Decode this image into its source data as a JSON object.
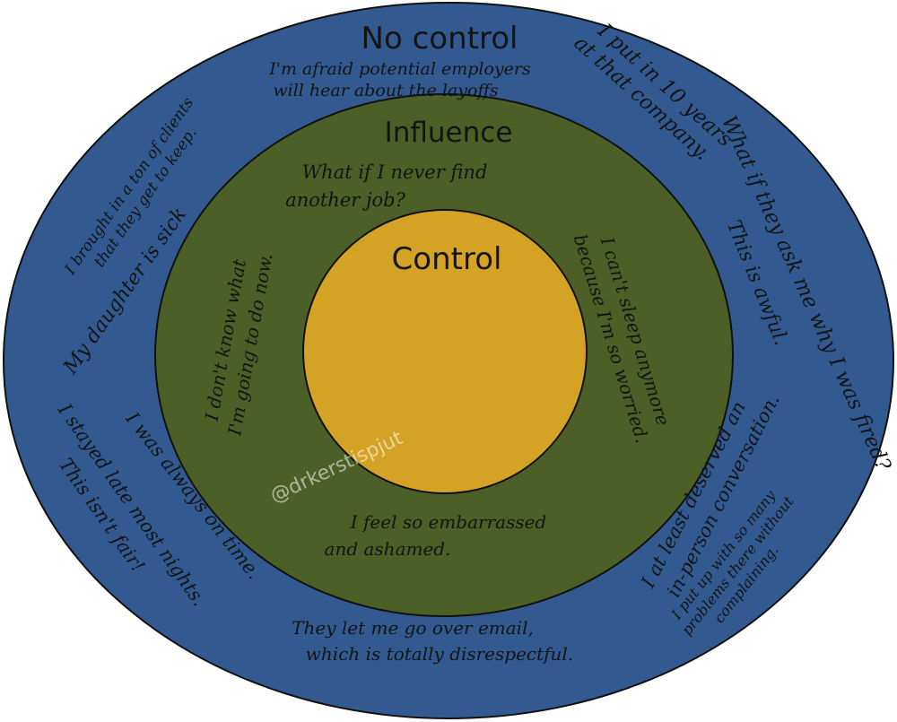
{
  "colors": {
    "outer_ring": "#325a91",
    "middle_ring": "#4b5f27",
    "inner_circle": "#d4a224",
    "outline": "#111111",
    "text": "#141414",
    "watermark": "#ffffff"
  },
  "rings": {
    "outer_label": "No control",
    "middle_label": "Influence",
    "inner_label": "Control"
  },
  "notes": {
    "employers_1": "I'm afraid potential employers",
    "employers_2": "will hear about the layoffs",
    "clients_1": "I brought in a ton of clients",
    "clients_2": "that they get to keep.",
    "daughter": "My daughter is sick",
    "stayed_late_1": "I stayed late most nights.",
    "stayed_late_2": "This isn't fair!",
    "on_time": "I was always on time.",
    "email_1": "They let me go over email,",
    "email_2": "which is totally disrespectful.",
    "ten_years_1": "I put in 10 years",
    "ten_years_2": "at that company.",
    "ask_why": "What if they ask me why I was fired?",
    "awful": "This is awful.",
    "deserved_1": "I at least deserved an",
    "deserved_2": "in-person conversation.",
    "put_up_1": "I put up with so many",
    "put_up_2": "problems there without",
    "put_up_3": "complaining.",
    "never_find_1": "What if I never find",
    "never_find_2": "another job?",
    "dont_know_1": "I don't know what",
    "dont_know_2": "I'm going to do now.",
    "cant_sleep_1": "I can't sleep anymore",
    "cant_sleep_2": "because I'm so worried.",
    "embarrassed_1": "I feel so embarrassed",
    "embarrassed_2": "and ashamed."
  },
  "watermark": "@drkerstispjut"
}
